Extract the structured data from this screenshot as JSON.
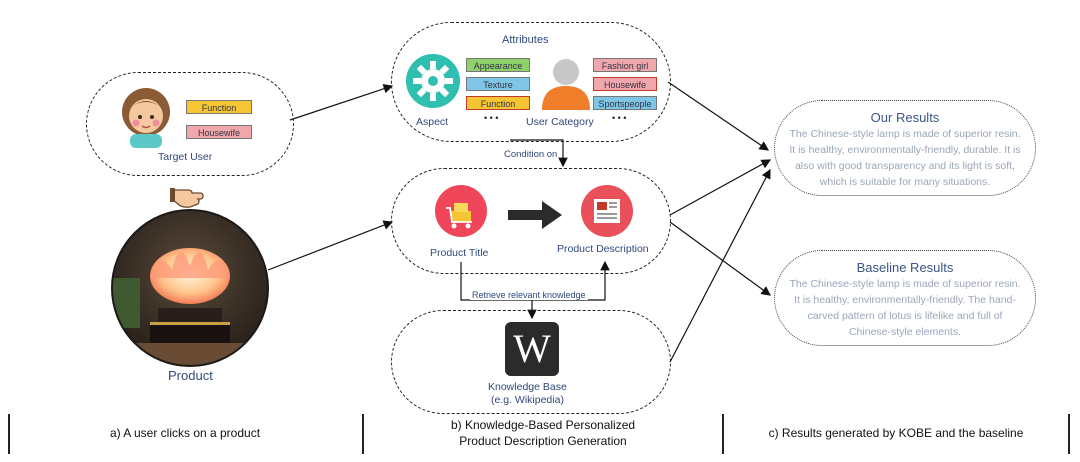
{
  "left": {
    "target_user_label": "Target User",
    "tags": [
      "Function",
      "Housewife"
    ],
    "product_label": "Product"
  },
  "attributes": {
    "title": "Attributes",
    "aspect_label": "Aspect",
    "user_category_label": "User Category",
    "aspect_tags": [
      "Appearance",
      "Texture",
      "Function"
    ],
    "user_tags": [
      "Fashion girl",
      "Housewife",
      "Sportspeople"
    ],
    "ellipsis": "• • •"
  },
  "middle": {
    "condition_label": "Condition on",
    "product_title_label": "Product Title",
    "product_description_label": "Product Description",
    "retrieve_label": "Retrieve relevant knowledge",
    "kb_label_line1": "Knowledge Base",
    "kb_label_line2": "(e.g. Wikipedia)",
    "wiki_glyph": "W"
  },
  "results": {
    "our_title": "Our Results",
    "our_lines": [
      "The Chinese-style lamp is made of superior resin.",
      "It is healthy, environmentally-friendly, durable. It is",
      "also with good transparency and its light is soft,",
      "which is suitable for many situations."
    ],
    "baseline_title": "Baseline Results",
    "baseline_lines": [
      "The Chinese-style lamp is made of superior resin.",
      "It is healthy, environmentally-friendly. The hand-",
      "carved pattern of lotus is lifelike and full of",
      "Chinese-style elements."
    ]
  },
  "captions": {
    "a": "a) A user clicks on a product",
    "b_line1": "b) Knowledge-Based Personalized",
    "b_line2": "Product Description Generation",
    "c": "c) Results generated by KOBE and the baseline"
  },
  "colors": {
    "navy": "#2f4a7a",
    "green_tag": "#8fd16a",
    "blue_tag": "#7fc6e6",
    "orange_tag": "#f5c533",
    "pink_tag": "#f0a7ac",
    "aspect_circle": "#2fbfb0",
    "user_figure": "#f07d2a",
    "title_circle": "#f0465a",
    "desc_circle": "#e9505a"
  },
  "icons": [
    "user-avatar-icon",
    "pointing-hand-icon",
    "gear-icon",
    "person-icon",
    "gold-cart-icon",
    "arrow-right-icon",
    "newspaper-icon",
    "wikipedia-icon"
  ]
}
